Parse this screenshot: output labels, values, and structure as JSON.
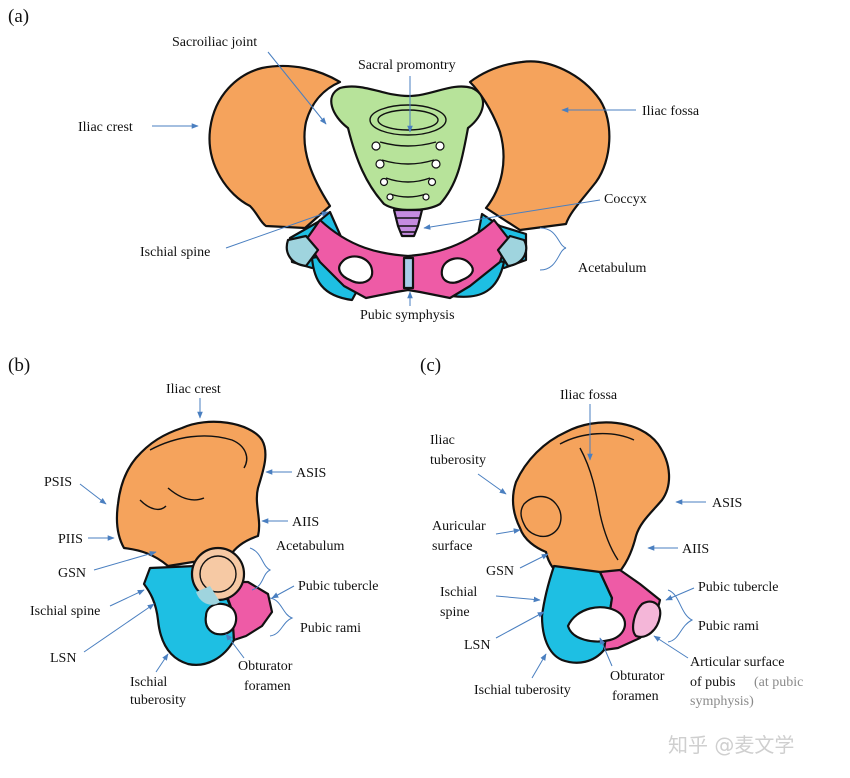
{
  "colors": {
    "ilium": "#F5A35C",
    "sacrum": "#B7E39A",
    "coccyx": "#C58BE0",
    "pubis": "#EE5BA6",
    "ischium": "#1EBFE3",
    "acetabulum": "#9FD4DE",
    "pubic_symphysis": "#A8CDEA",
    "arrow": "#4A7FC0"
  },
  "panels": {
    "a": {
      "label": "(a)",
      "sacroiliac_joint": "Sacroiliac joint",
      "sacral_promontry": "Sacral promontry",
      "iliac_crest": "Iliac crest",
      "iliac_fossa": "Iliac fossa",
      "coccyx": "Coccyx",
      "ischial_spine": "Ischial spine",
      "acetabulum": "Acetabulum",
      "pubic_symphysis": "Pubic symphysis"
    },
    "b": {
      "label": "(b)",
      "iliac_crest": "Iliac crest",
      "psis": "PSIS",
      "asis": "ASIS",
      "aiis": "AIIS",
      "piis": "PIIS",
      "acetabulum": "Acetabulum",
      "gsn": "GSN",
      "pubic_tubercle": "Pubic tubercle",
      "ischial_spine": "Ischial spine",
      "pubic_rami": "Pubic rami",
      "lsn": "LSN",
      "obturator_foramen_1": "Obturator",
      "obturator_foramen_2": "foramen",
      "ischial_tuberosity_1": "Ischial",
      "ischial_tuberosity_2": "tuberosity"
    },
    "c": {
      "label": "(c)",
      "iliac_fossa": "Iliac fossa",
      "iliac_tuberosity_1": "Iliac",
      "iliac_tuberosity_2": "tuberosity",
      "asis": "ASIS",
      "auricular_surface_1": "Auricular",
      "auricular_surface_2": "surface",
      "aiis": "AIIS",
      "gsn": "GSN",
      "pubic_tubercle": "Pubic tubercle",
      "ischial_spine_1": "Ischial",
      "ischial_spine_2": "spine",
      "pubic_rami": "Pubic rami",
      "lsn": "LSN",
      "articular_1": "Articular surface",
      "articular_2": "of pubis",
      "articular_3": "(at pubic",
      "articular_4": "symphysis)",
      "ischial_tuberosity": "Ischial tuberosity",
      "obturator_foramen_1": "Obturator",
      "obturator_foramen_2": "foramen"
    }
  },
  "watermark": "知乎 @麦文学"
}
